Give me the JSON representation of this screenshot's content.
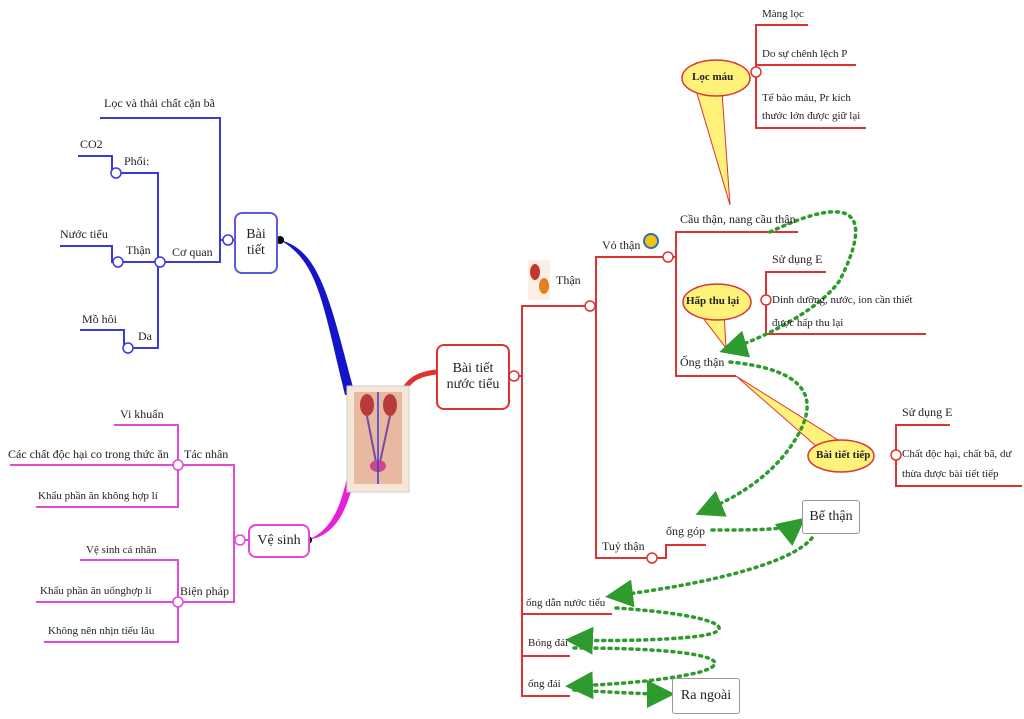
{
  "left": {
    "bai_tiet": {
      "title": "Bài tiết",
      "loc": "Lọc và thải chất cặn bã",
      "co_quan": "Cơ quan",
      "phoi": "Phổi:",
      "co2": "CO2",
      "than": "Thận",
      "nuoc_tieu": "Nước tiểu",
      "da": "Da",
      "mo_hoi": "Mồ hôi"
    },
    "ve_sinh": {
      "title": "Vệ sinh",
      "tac_nhan": "Tác nhân",
      "vi_khuan": "Vi khuẩn",
      "chat_doc": "Các chất độc hại co trong thức ăn",
      "khau_phan": "Khẩu phần ăn không hợp lí",
      "bien_phap": "Biện pháp",
      "ve_sinh_ca_nhan": "Vệ sinh cá nhân",
      "khau_phan_uong": "Khẩu phần ăn  uốnghợp lí",
      "khong_nhin": "Không nên nhịn tiểu lâu"
    }
  },
  "center": {
    "title_line1": "Bài tiết",
    "title_line2": "nước tiểu"
  },
  "right": {
    "than": "Thận",
    "vo_than": "Vỏ thận",
    "cau_than": "Cầu thận, nang cầu thận",
    "loc_mau": "Lọc máu",
    "mang_loc": "Màng lọc",
    "chenh_lech": "Do sự chênh lệch P",
    "te_bao_1": "Tế bào máu, Pr kích",
    "te_bao_2": "thước lớn được giữ lại",
    "hap_thu_lai": "Hấp thu lại",
    "su_dung_e1": "Sử dụng E",
    "dinh_duong_1": "Dinh dưỡng, nước, ion cần thiết",
    "dinh_duong_2": "được hấp thu lại",
    "ong_than": "Ống thận",
    "bai_tiet_tiep": "Bài tiết tiếp",
    "su_dung_e2": "Sử dụng E",
    "chat_doc_1": "Chất độc hại, chất bã, dư",
    "chat_doc_2": "thừa được bài tiết tiếp",
    "tuy_than": "Tuỷ thận",
    "ong_gop": "ống góp",
    "be_than": "Bể thận",
    "ong_dan": "ống dẫn nước tiểu",
    "bong_dai": "Bóng đái",
    "ong_dai": "ống đái",
    "ra_ngoai": "Ra ngoài"
  },
  "colors": {
    "blue": "#3a3ad9",
    "pink": "#e04ad6",
    "red": "#d33333",
    "green": "#2e9b2e",
    "callout": "#fff27a"
  }
}
